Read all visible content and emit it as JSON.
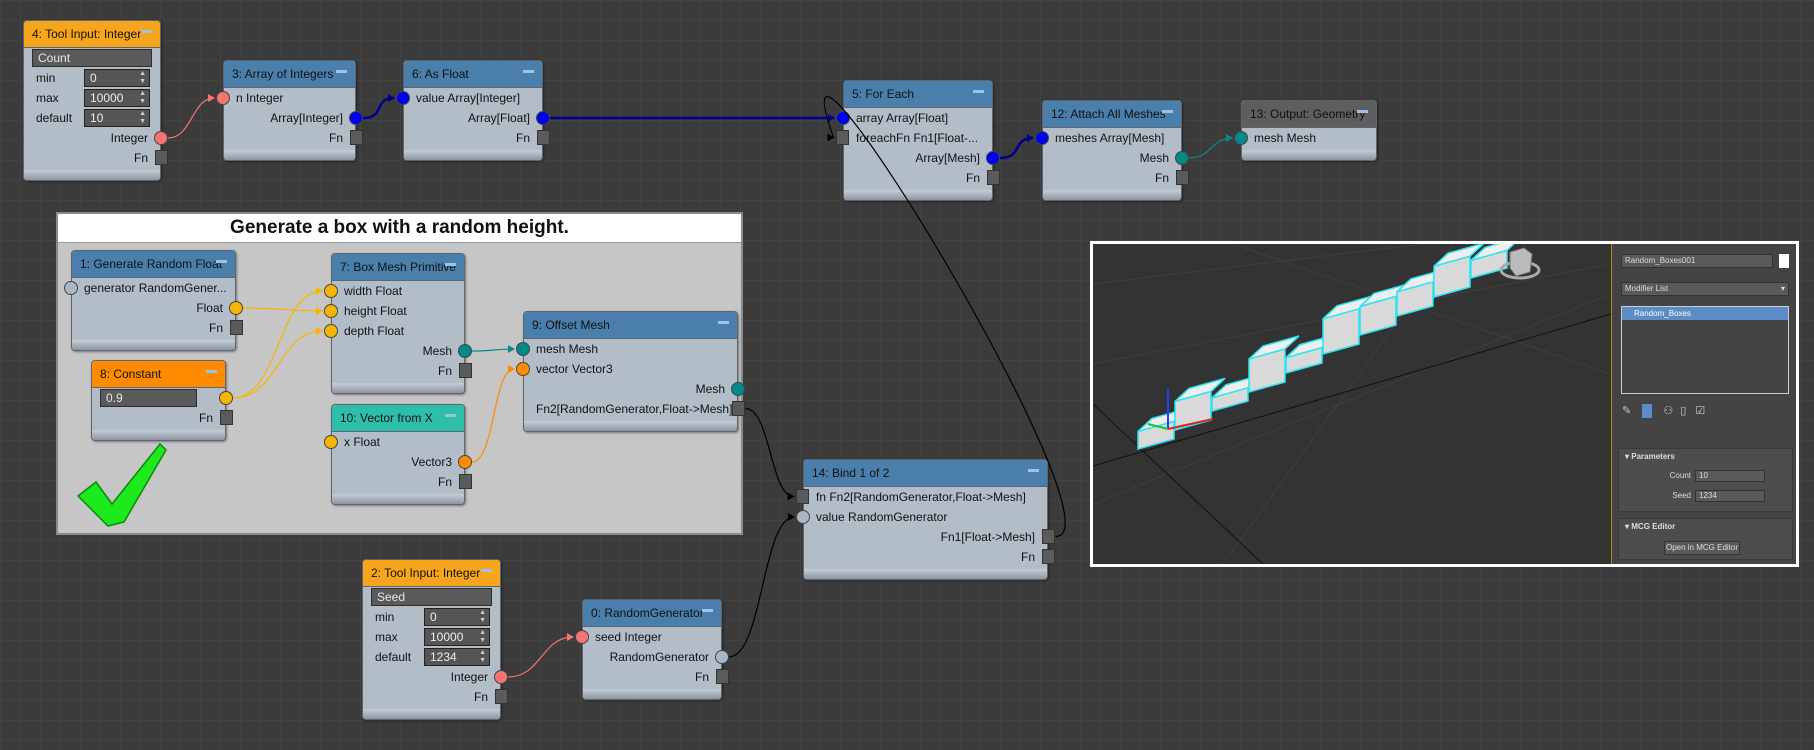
{
  "port_colors": {
    "int": "#f47474",
    "array": "#0000f0",
    "float": "#f7b500",
    "mesh": "#008a8a",
    "vector": "#ff8c00",
    "rng": "#aab6c4",
    "fn": "#5b5b5b"
  },
  "header_colors": {
    "input": "#f7a51c",
    "func": "#4a7fab",
    "const": "#ff8c00",
    "vector": "#2fbfa8",
    "output": "#5e5e5e"
  },
  "comment": {
    "title": "Generate a box with a random height."
  },
  "nodes": [
    {
      "id": "4",
      "title": "4: Tool Input: Integer",
      "kind": "input",
      "rows": [
        {
          "type": "field",
          "value": "Count"
        },
        {
          "type": "spin",
          "label": "min",
          "value": "0"
        },
        {
          "type": "spin",
          "label": "max",
          "value": "10000"
        },
        {
          "type": "spin",
          "label": "default",
          "value": "10"
        },
        {
          "type": "out",
          "label": "Integer",
          "port": "int"
        },
        {
          "type": "out",
          "label": "Fn",
          "port": "fn"
        }
      ]
    },
    {
      "id": "3",
      "title": "3: Array of Integers",
      "kind": "func",
      "rows": [
        {
          "type": "in",
          "label": "n Integer",
          "port": "int"
        },
        {
          "type": "out",
          "label": "Array[Integer]",
          "port": "array"
        },
        {
          "type": "out",
          "label": "Fn",
          "port": "fn"
        }
      ]
    },
    {
      "id": "6",
      "title": "6: As Float",
      "kind": "func",
      "rows": [
        {
          "type": "in",
          "label": "value Array[Integer]",
          "port": "array"
        },
        {
          "type": "out",
          "label": "Array[Float]",
          "port": "array"
        },
        {
          "type": "out",
          "label": "Fn",
          "port": "fn"
        }
      ]
    },
    {
      "id": "5",
      "title": "5: For Each",
      "kind": "func",
      "rows": [
        {
          "type": "in",
          "label": "array Array[Float]",
          "port": "array"
        },
        {
          "type": "in",
          "label": "foreachFn Fn1[Float-...",
          "port": "fn"
        },
        {
          "type": "out",
          "label": "Array[Mesh]",
          "port": "array"
        },
        {
          "type": "out",
          "label": "Fn",
          "port": "fn"
        }
      ]
    },
    {
      "id": "12",
      "title": "12: Attach All Meshes",
      "kind": "func",
      "rows": [
        {
          "type": "in",
          "label": "meshes Array[Mesh]",
          "port": "array"
        },
        {
          "type": "out",
          "label": "Mesh",
          "port": "mesh"
        },
        {
          "type": "out",
          "label": "Fn",
          "port": "fn"
        }
      ]
    },
    {
      "id": "13",
      "title": "13: Output: Geometry",
      "kind": "output",
      "rows": [
        {
          "type": "in",
          "label": "mesh Mesh",
          "port": "mesh"
        }
      ]
    },
    {
      "id": "1",
      "title": "1: Generate Random Float",
      "kind": "func",
      "rows": [
        {
          "type": "in",
          "label": "generator RandomGener...",
          "port": "rng"
        },
        {
          "type": "out",
          "label": "Float",
          "port": "float"
        },
        {
          "type": "out",
          "label": "Fn",
          "port": "fn"
        }
      ]
    },
    {
      "id": "8",
      "title": "8: Constant",
      "kind": "const",
      "rows": [
        {
          "type": "field",
          "value": "0.9",
          "port": "float"
        },
        {
          "type": "out",
          "label": "Fn",
          "port": "fn"
        }
      ]
    },
    {
      "id": "7",
      "title": "7: Box Mesh Primitive",
      "kind": "func",
      "rows": [
        {
          "type": "in",
          "label": "width Float",
          "port": "float"
        },
        {
          "type": "in",
          "label": "height Float",
          "port": "float"
        },
        {
          "type": "in",
          "label": "depth Float",
          "port": "float"
        },
        {
          "type": "out",
          "label": "Mesh",
          "port": "mesh"
        },
        {
          "type": "out",
          "label": "Fn",
          "port": "fn"
        }
      ]
    },
    {
      "id": "10",
      "title": "10: Vector from X",
      "kind": "vector",
      "rows": [
        {
          "type": "in",
          "label": "x Float",
          "port": "float"
        },
        {
          "type": "out",
          "label": "Vector3",
          "port": "vector"
        },
        {
          "type": "out",
          "label": "Fn",
          "port": "fn"
        }
      ]
    },
    {
      "id": "9",
      "title": "9: Offset Mesh",
      "kind": "func",
      "rows": [
        {
          "type": "in",
          "label": "mesh Mesh",
          "port": "mesh"
        },
        {
          "type": "in",
          "label": "vector Vector3",
          "port": "vector"
        },
        {
          "type": "out",
          "label": "Mesh",
          "port": "mesh"
        },
        {
          "type": "out",
          "label": "Fn2[RandomGenerator,Float->Mesh]",
          "port": "fn"
        }
      ]
    },
    {
      "id": "14",
      "title": "14: Bind 1 of 2",
      "kind": "func",
      "rows": [
        {
          "type": "in",
          "label": "fn Fn2[RandomGenerator,Float->Mesh]",
          "port": "fn"
        },
        {
          "type": "in",
          "label": "value RandomGenerator",
          "port": "rng"
        },
        {
          "type": "out",
          "label": "Fn1[Float->Mesh]",
          "port": "fn"
        },
        {
          "type": "out",
          "label": "Fn",
          "port": "fn"
        }
      ]
    },
    {
      "id": "2",
      "title": "2: Tool Input: Integer",
      "kind": "input",
      "rows": [
        {
          "type": "field",
          "value": "Seed"
        },
        {
          "type": "spin",
          "label": "min",
          "value": "0"
        },
        {
          "type": "spin",
          "label": "max",
          "value": "10000"
        },
        {
          "type": "spin",
          "label": "default",
          "value": "1234"
        },
        {
          "type": "out",
          "label": "Integer",
          "port": "int"
        },
        {
          "type": "out",
          "label": "Fn",
          "port": "fn"
        }
      ]
    },
    {
      "id": "0",
      "title": "0: RandomGenerator",
      "kind": "func",
      "rows": [
        {
          "type": "in",
          "label": "seed Integer",
          "port": "int"
        },
        {
          "type": "out",
          "label": "RandomGenerator",
          "port": "rng"
        },
        {
          "type": "out",
          "label": "Fn",
          "port": "fn"
        }
      ]
    }
  ],
  "connections": [
    [
      "4",
      4,
      "3",
      0,
      "#f47474"
    ],
    [
      "3",
      1,
      "6",
      0,
      "#00008b"
    ],
    [
      "6",
      1,
      "5",
      0,
      "#00008b"
    ],
    [
      "14",
      2,
      "5",
      1,
      "#000000"
    ],
    [
      "5",
      2,
      "12",
      0,
      "#00008b"
    ],
    [
      "12",
      1,
      "13",
      0,
      "#0a8a8a"
    ],
    [
      "1",
      1,
      "7",
      1,
      "#f7b500"
    ],
    [
      "8",
      0,
      "7",
      0,
      "#f7b500"
    ],
    [
      "8",
      0,
      "7",
      2,
      "#f7b500"
    ],
    [
      "7",
      3,
      "9",
      0,
      "#0a8a8a"
    ],
    [
      "10",
      1,
      "9",
      1,
      "#ff8c00"
    ],
    [
      "9",
      3,
      "14",
      0,
      "#000000"
    ],
    [
      "2",
      4,
      "0",
      0,
      "#f47474"
    ],
    [
      "0",
      1,
      "14",
      1,
      "#000000"
    ]
  ],
  "viewport": {
    "object_name": "Random_Boxes001",
    "modifier_list": "Modifier List",
    "stack_item": "Random_Boxes",
    "parameters_title": "Parameters",
    "count_label": "Count",
    "count_value": "10",
    "seed_label": "Seed",
    "seed_value": "1234",
    "mcg_title": "MCG Editor",
    "open_button": "Open in MCG Editor",
    "selection_color": "#29e6f0"
  }
}
